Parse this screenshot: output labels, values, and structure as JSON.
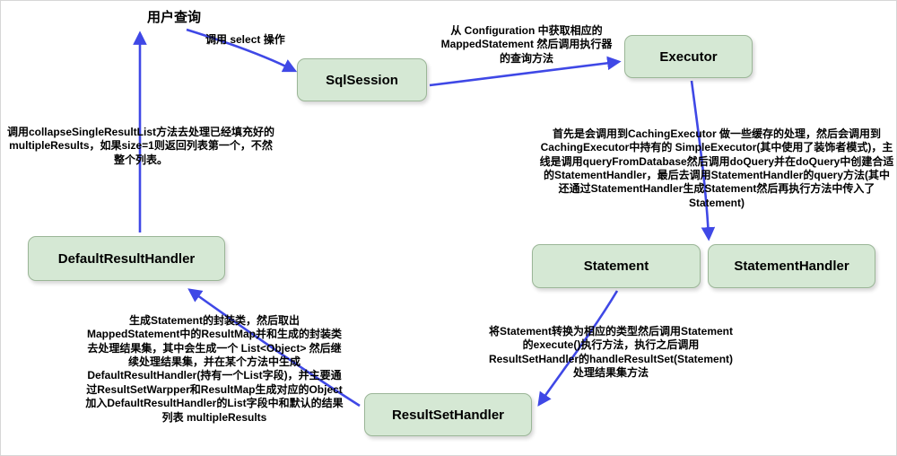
{
  "diagram": {
    "user_query_label": "用户查询",
    "nodes": [
      {
        "id": "sqlsession",
        "label": "SqlSession"
      },
      {
        "id": "executor",
        "label": "Executor"
      },
      {
        "id": "statement",
        "label": "Statement"
      },
      {
        "id": "statement-handler",
        "label": "StatementHandler"
      },
      {
        "id": "result-set-handler",
        "label": "ResultSetHandler"
      },
      {
        "id": "default-result-handler",
        "label": "DefaultResultHandler"
      }
    ],
    "edge_labels": {
      "select_call": "调用 select 操作",
      "config_fetch": "从 Configuration 中获取相应的 MappedStatement 然后调用执行器的查询方法",
      "executor_detail": "首先是会调用到CachingExecutor 做一些缓存的处理，然后会调用到 CachingExecutor中持有的 SimpleExecutor(其中使用了装饰者模式)，主线是调用queryFromDatabase然后调用doQuery并在doQuery中创建合适的StatementHandler，最后去调用StatementHandler的query方法(其中还通过StatementHandler生成Statement然后再执行方法中传入了Statement)",
      "statement_execute": "将Statement转换为相应的类型然后调用Statement的execute()执行方法，执行之后调用ResultSetHandler的handleResultSet(Statement)处理结果集方法",
      "resultset_process": "生成Statement的封装类，然后取出MappedStatement中的ResultMap并和生成的封装类去处理结果集，其中会生成一个 List<Object> 然后继续处理结果集，并在某个方法中生成 DefaultResultHandler(持有一个List字段)，并主要通过ResultSetWarpper和ResultMap生成对应的Object加入DefaultResultHandler的List字段中和默认的结果列表 multipleResults",
      "collapse_result": "调用collapseSingleResultList方法去处理已经填充好的multipleResults，如果size=1则返回列表第一个，不然整个列表。"
    },
    "colors": {
      "node_fill": "#d5e8d4",
      "node_border": "#9bb697",
      "arrow_color": "#3f48e6",
      "text_color": "#000000"
    }
  }
}
